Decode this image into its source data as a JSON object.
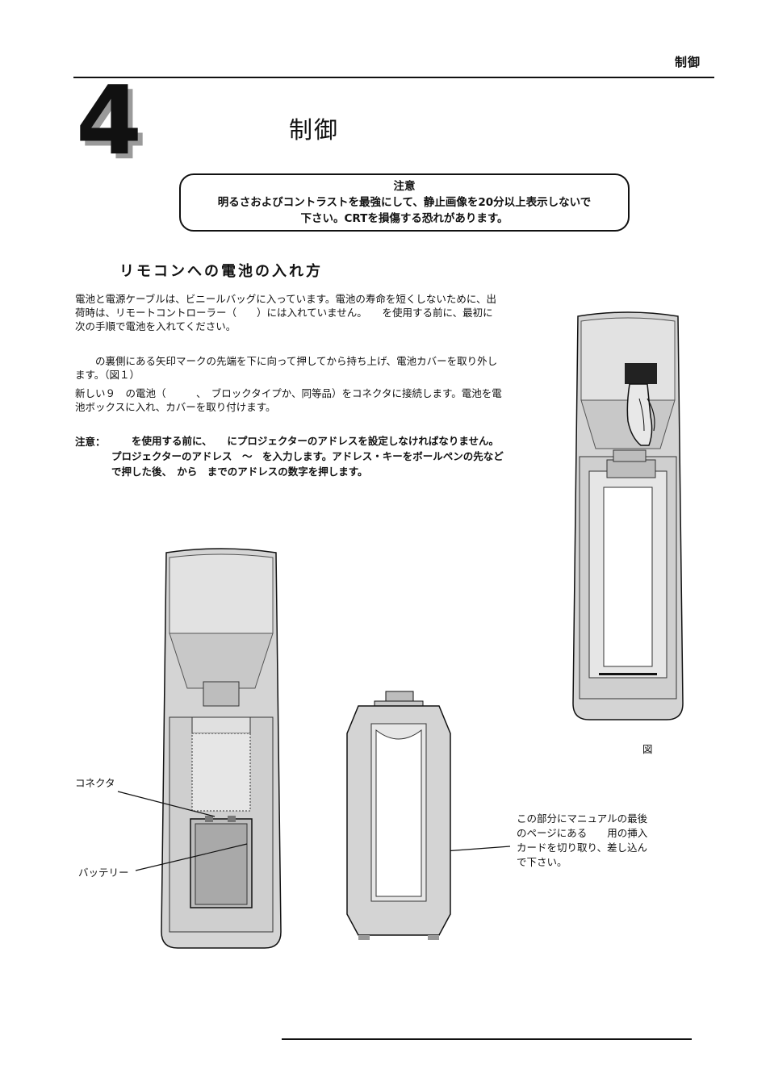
{
  "header": {
    "section_label": "制御"
  },
  "chapter": {
    "number": "4",
    "title": "制御"
  },
  "caution": {
    "heading": "注意",
    "line1": "明るさおよびコントラストを最強にして、静止画像を20分以上表示しないで",
    "line2": "下さい。CRTを損傷する恐れがあります。"
  },
  "section": {
    "title": "リモコンへの電池の入れ方",
    "para1": "電池と電源ケーブルは、ビニールバッグに入っています。電池の寿命を短くしないために、出荷時は、リモートコントローラー（　　）には入れていません。　　を使用する前に、最初に次の手順で電池を入れてください。",
    "para2": "　　の裏側にある矢印マークの先端を下に向って押してから持ち上げ、電池カバーを取り外します。（図１）",
    "para3": "新しい９　の電池（　　　、　ブロックタイプか、同等品）をコネクタに接続します。電池を電池ボックスに入れ、カバーを取り付けます。"
  },
  "note": {
    "label": "注意：",
    "line1": "　　を使用する前に、　　にプロジェクターのアドレスを設定しなければなりません。",
    "line2": "プロジェクターのアドレス　～　を入力します。アドレス・キーをボールペンの先などで押した後、　から　までのアドレスの数字を押します。"
  },
  "figures": {
    "figure_label": "図",
    "connector_label": "コネクタ",
    "battery_label": "バッテリー",
    "insert_card_note": "この部分にマニュアルの最後のページにある　　用の挿入カードを切り取り、差し込んで下さい。"
  },
  "colors": {
    "ink": "#111111",
    "device_fill": "#d4d4d4",
    "device_dark": "#bdbdbd",
    "battery_fill": "#a9a9a9"
  }
}
